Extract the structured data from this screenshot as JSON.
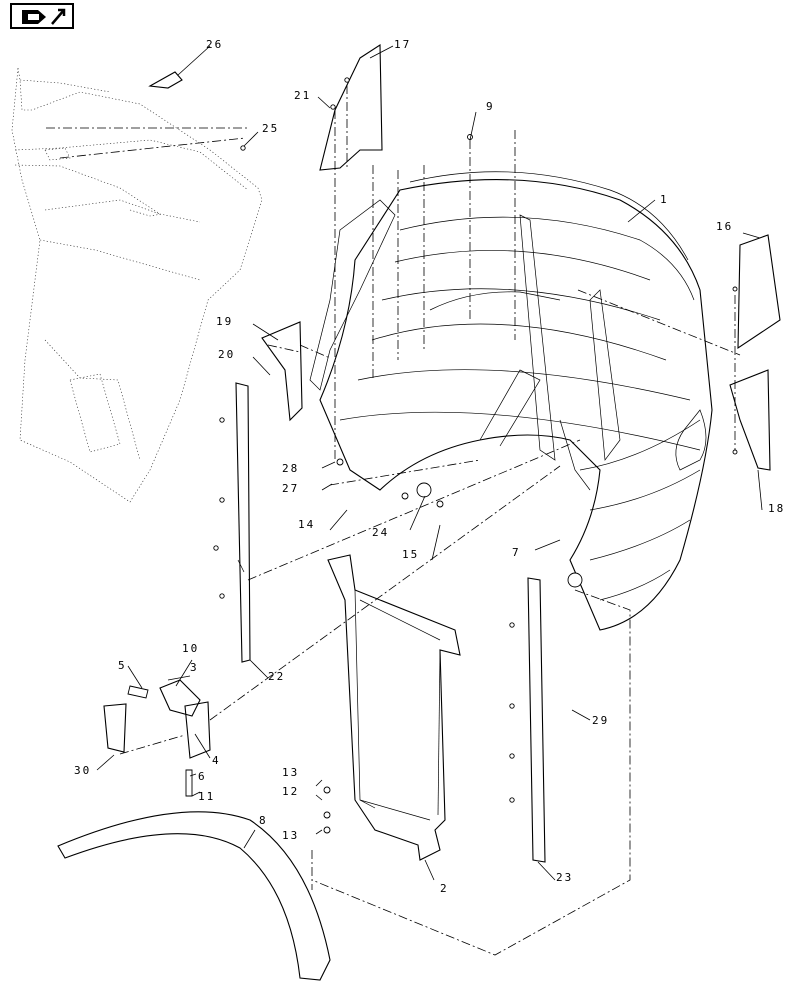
{
  "nav": {
    "icon": "next-page-icon"
  },
  "callouts": [
    "1",
    "2",
    "3",
    "4",
    "5",
    "6",
    "7",
    "8",
    "9",
    "10",
    "11",
    "12",
    "13",
    "13",
    "14",
    "15",
    "16",
    "17",
    "18",
    "19",
    "20",
    "21",
    "22",
    "23",
    "24",
    "25",
    "26",
    "27",
    "28",
    "29",
    "30"
  ]
}
